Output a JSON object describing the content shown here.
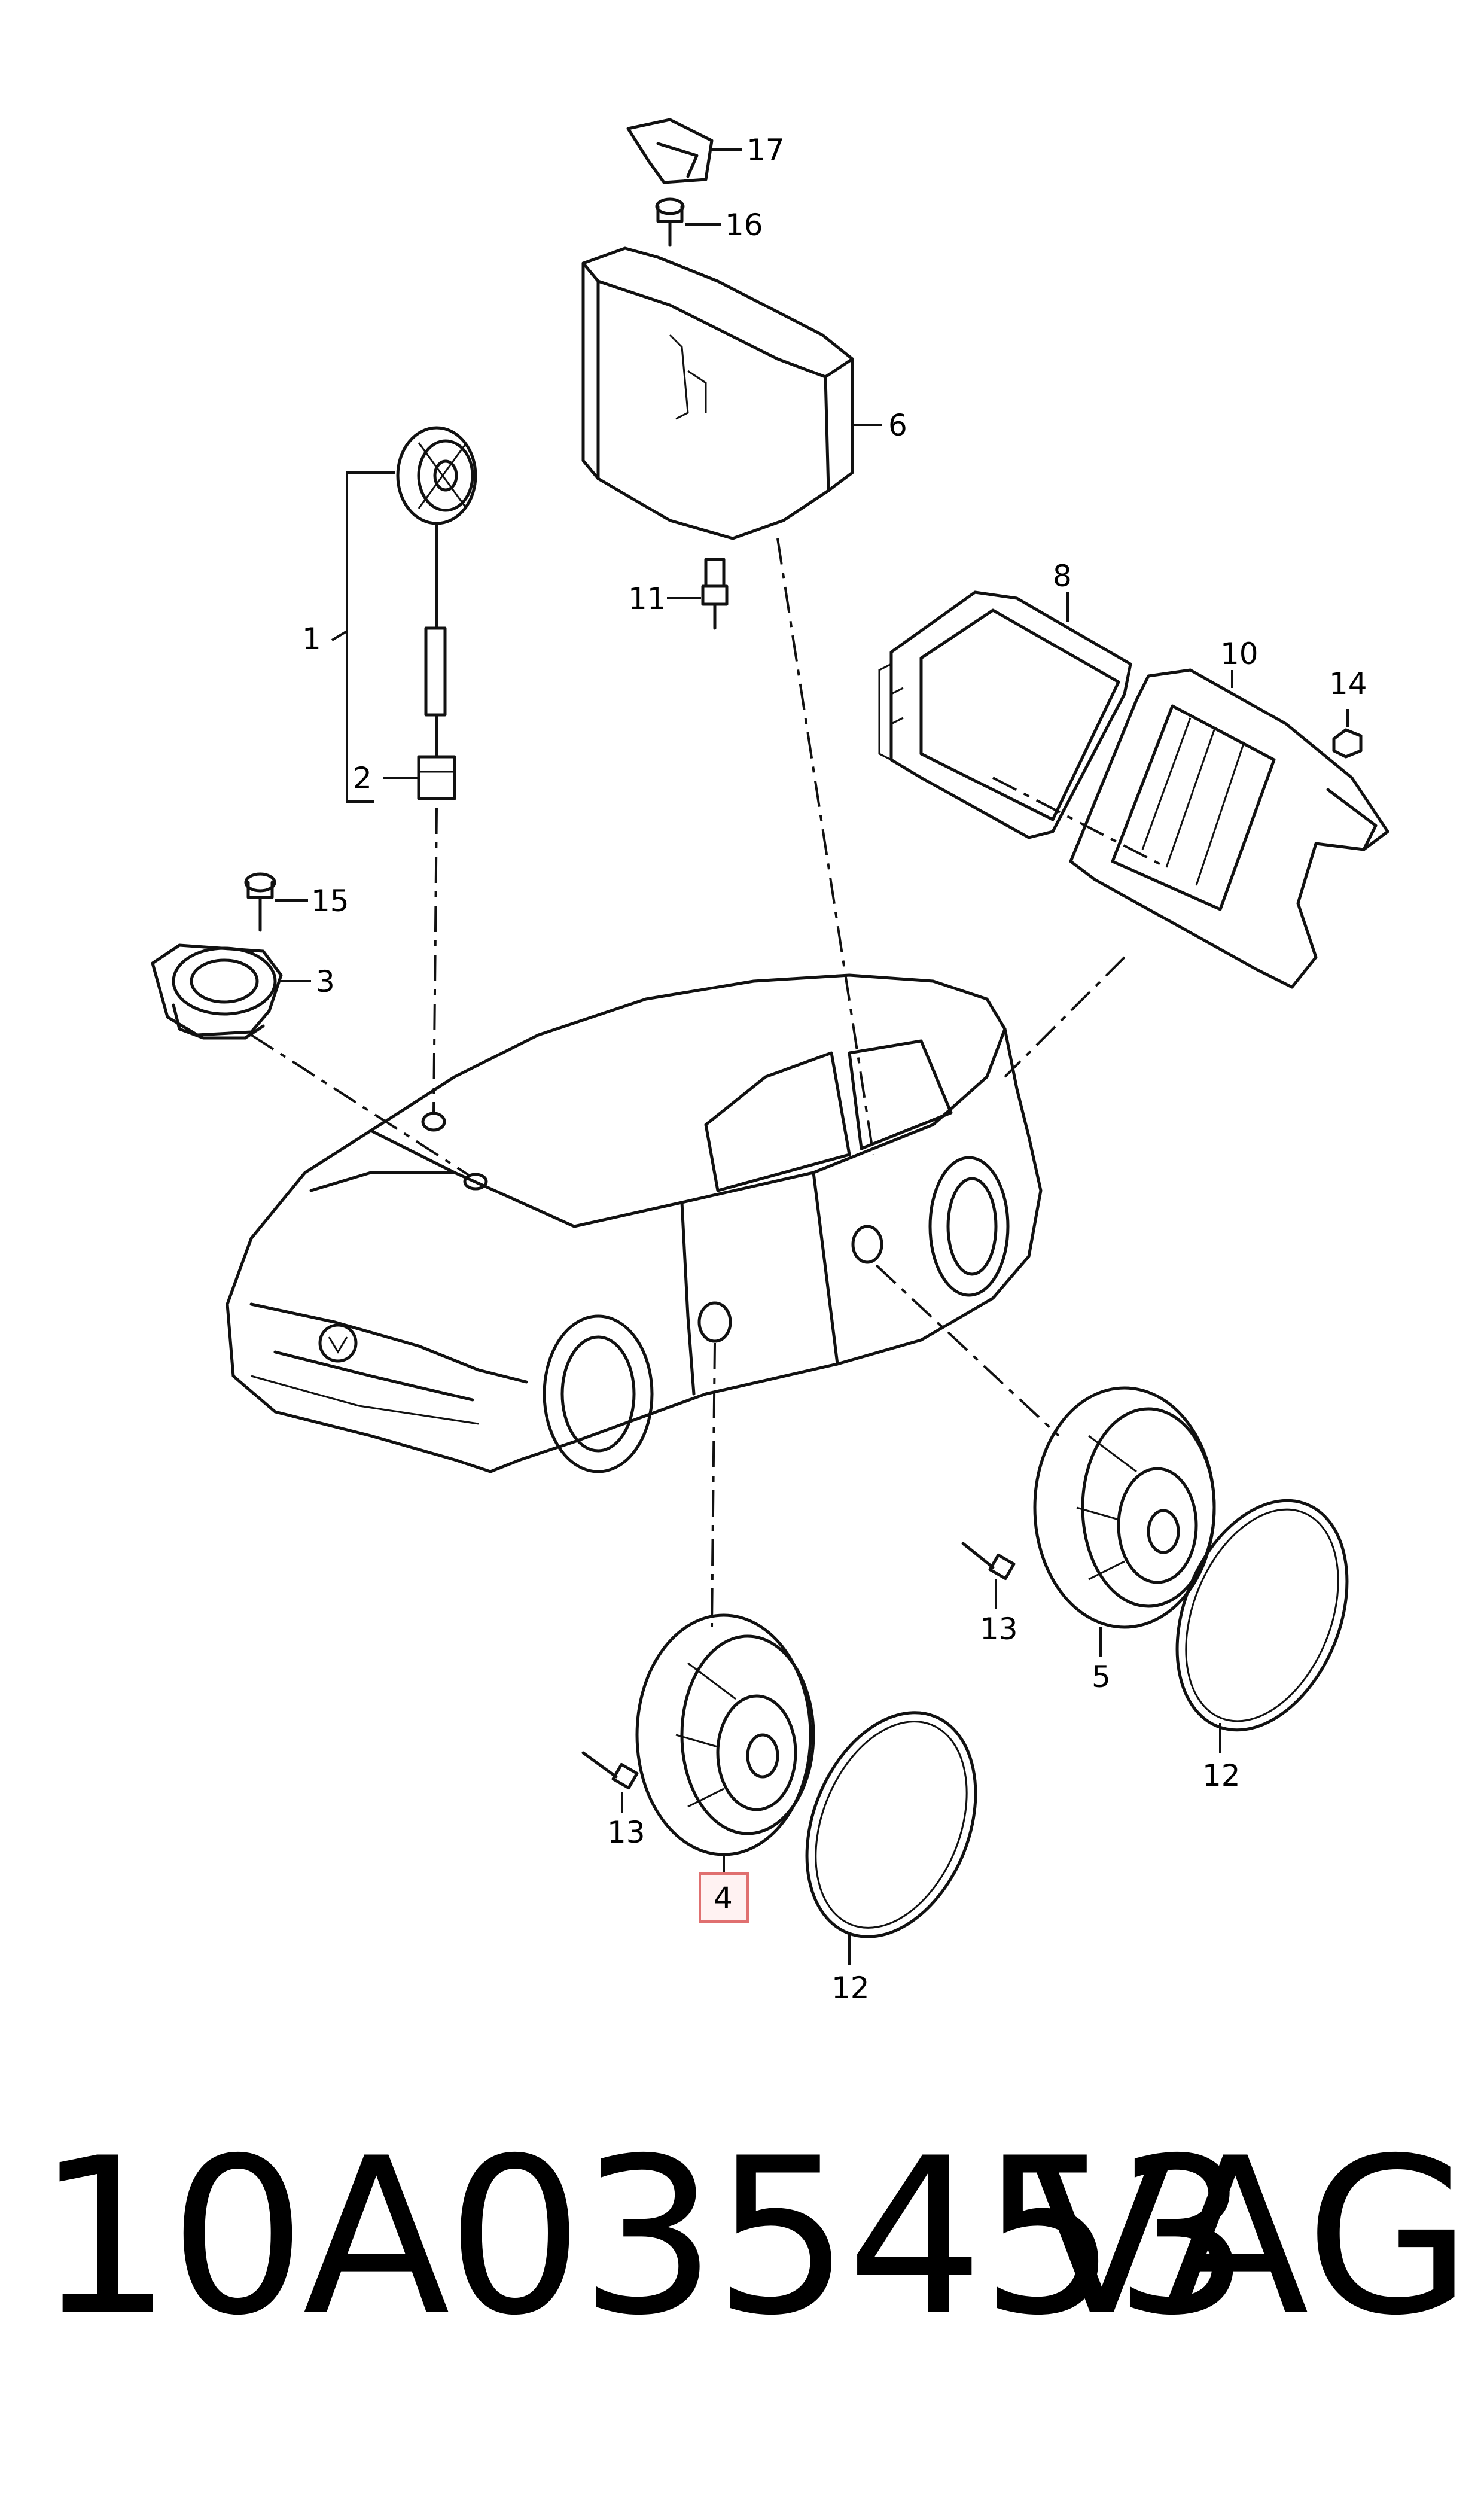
{
  "callouts": {
    "c1": "1",
    "c2": "2",
    "c3": "3",
    "c4": "4",
    "c5": "5",
    "c6": "6",
    "c8": "8",
    "c10": "10",
    "c11": "11",
    "c12a": "12",
    "c12b": "12",
    "c13a": "13",
    "c13b": "13",
    "c14": "14",
    "c15": "15",
    "c16": "16",
    "c17": "17"
  },
  "highlighted_callout": "4",
  "colors": {
    "line": "#111111",
    "highlight": "#e07070",
    "background": "#ffffff"
  },
  "footer": {
    "part_number": "10A035453",
    "brand": "VAG"
  }
}
